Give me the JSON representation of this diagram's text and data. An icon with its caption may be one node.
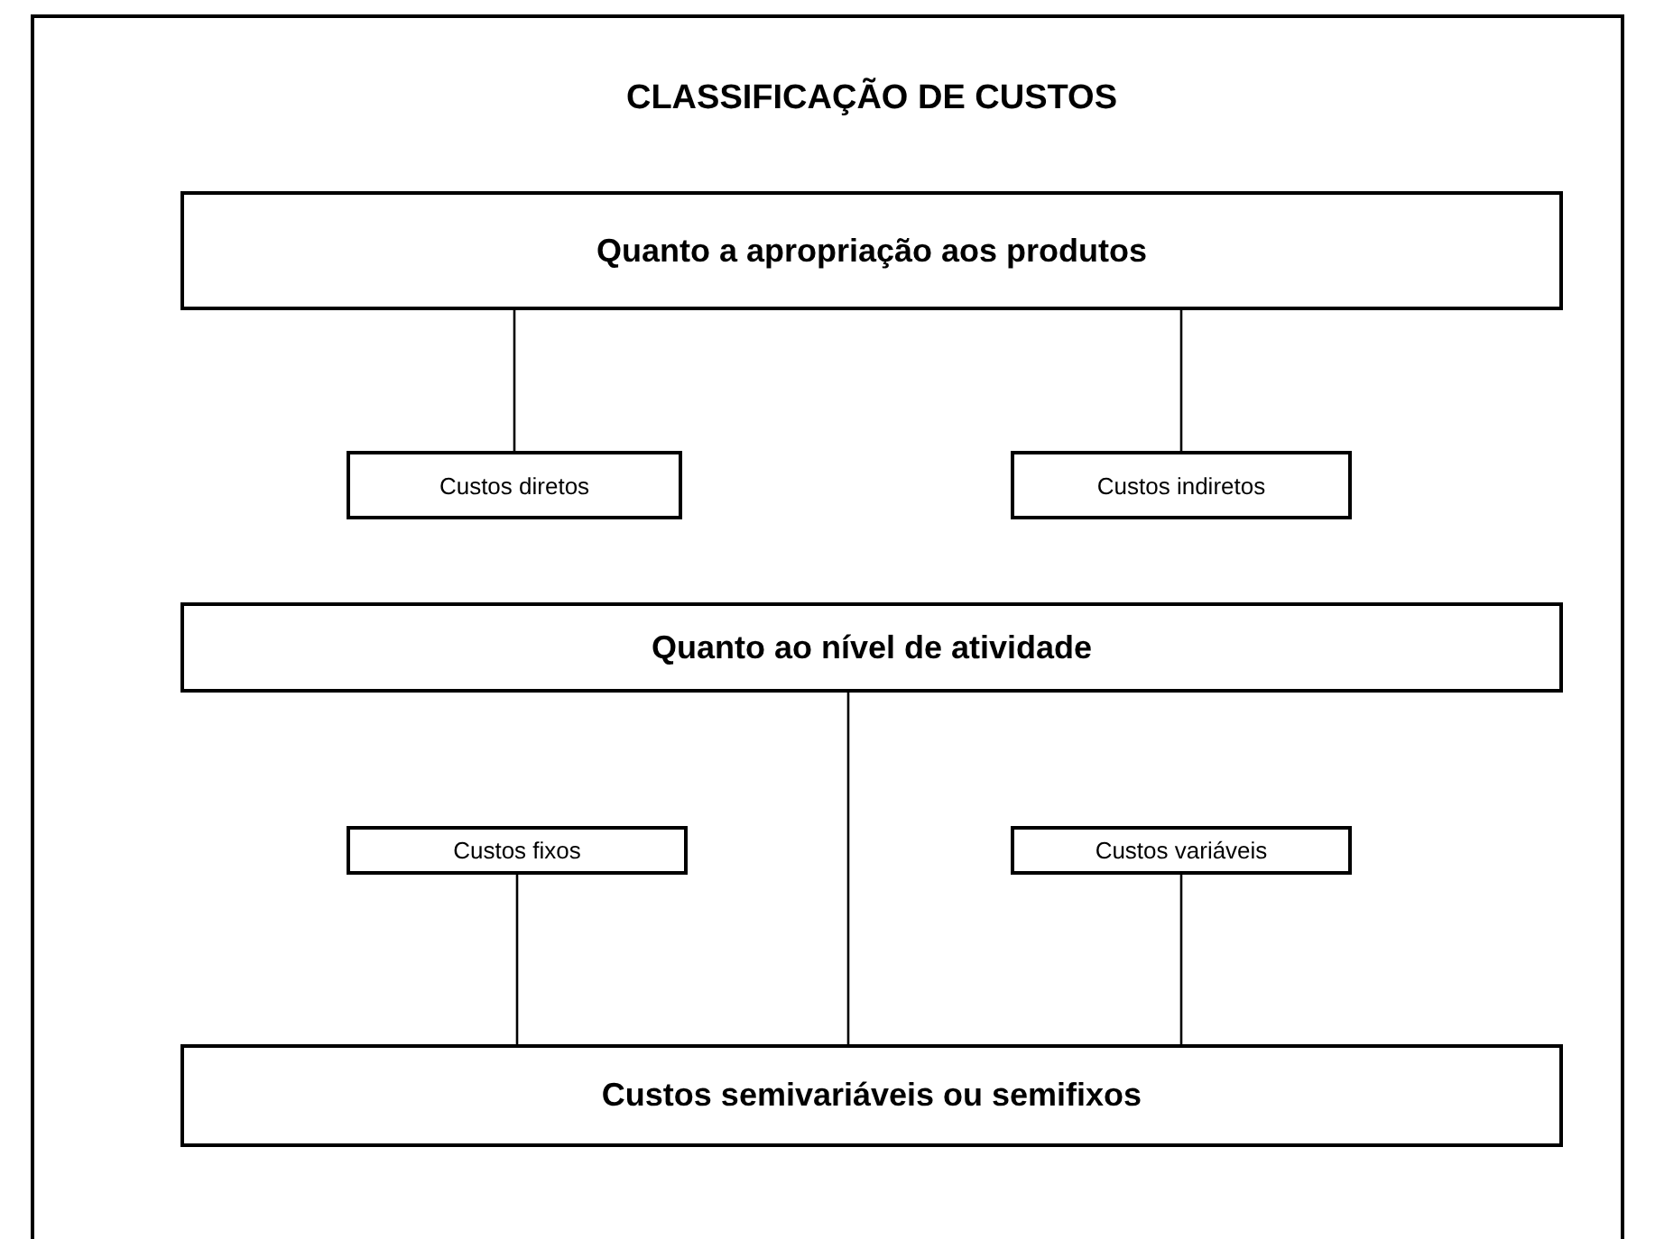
{
  "diagram": {
    "title": "CLASSIFICAÇÃO DE CUSTOS",
    "nodes": [
      {
        "text": [
          "Quanto a apropriação aos produtos"
        ]
      },
      {
        "text": [
          "Custos diretos"
        ]
      },
      {
        "text": [
          "Custos indiretos"
        ]
      },
      {
        "text": [
          "Quanto ao nível de atividade"
        ]
      },
      {
        "text": [
          "Custos fixos"
        ]
      },
      {
        "text": [
          "Custos variáveis"
        ]
      },
      {
        "text": [
          "Custos semivariáveis ou semifixos"
        ]
      }
    ],
    "edges": [
      {
        "from": 0,
        "to": 1,
        "arrow": "none"
      },
      {
        "from": 0,
        "to": 2,
        "arrow": "none"
      },
      {
        "from": 3,
        "to": 6,
        "arrow": "none"
      },
      {
        "from": 4,
        "to": 6,
        "arrow": "none"
      },
      {
        "from": 5,
        "to": 6,
        "arrow": "none"
      }
    ]
  }
}
